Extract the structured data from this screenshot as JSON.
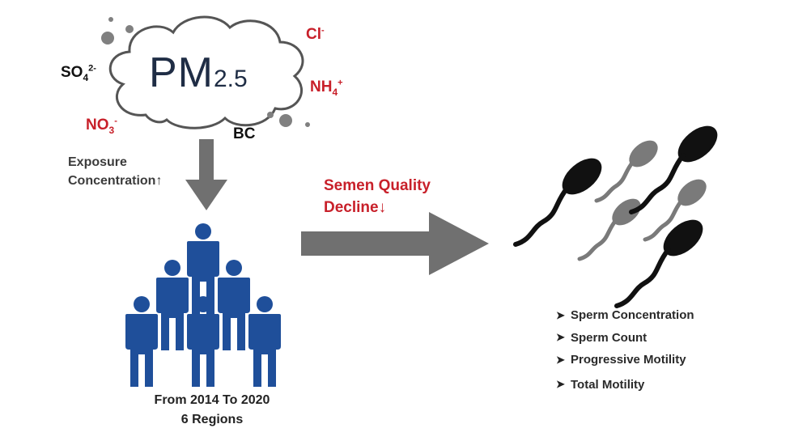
{
  "pollutant": {
    "main_label": "PM",
    "main_subscript": "2.5",
    "components": {
      "so4": {
        "base": "SO",
        "sub": "4",
        "sup": "2-"
      },
      "no3": {
        "base": "NO",
        "sub": "3",
        "sup": "-"
      },
      "cl": {
        "base": "Cl",
        "sup": "-"
      },
      "nh4": {
        "base": "NH",
        "sub": "4",
        "sup": "+"
      },
      "bc": {
        "base": "BC"
      }
    }
  },
  "exposure": {
    "line1": "Exposure",
    "line2": "Concentration↑"
  },
  "population": {
    "line1": "From 2014 To 2020",
    "line2": "6 Regions"
  },
  "outcome": {
    "line1": "Semen Quality",
    "line2": "Decline↓"
  },
  "metrics": [
    "Sperm Concentration",
    "Sperm Count",
    "Progressive Motility",
    "Total Motility"
  ],
  "colors": {
    "red": "#c8202a",
    "navy_text": "#1f2d45",
    "people_blue": "#1f4f9a",
    "arrow_gray": "#707070",
    "sperm_black": "#111111",
    "sperm_gray": "#7a7a7a",
    "dot_gray": "#808080"
  },
  "icons": {
    "cloud": "cloud-icon",
    "person": "person-icon",
    "sperm": "sperm-icon",
    "bullet": "arrowhead-bullet-icon"
  }
}
